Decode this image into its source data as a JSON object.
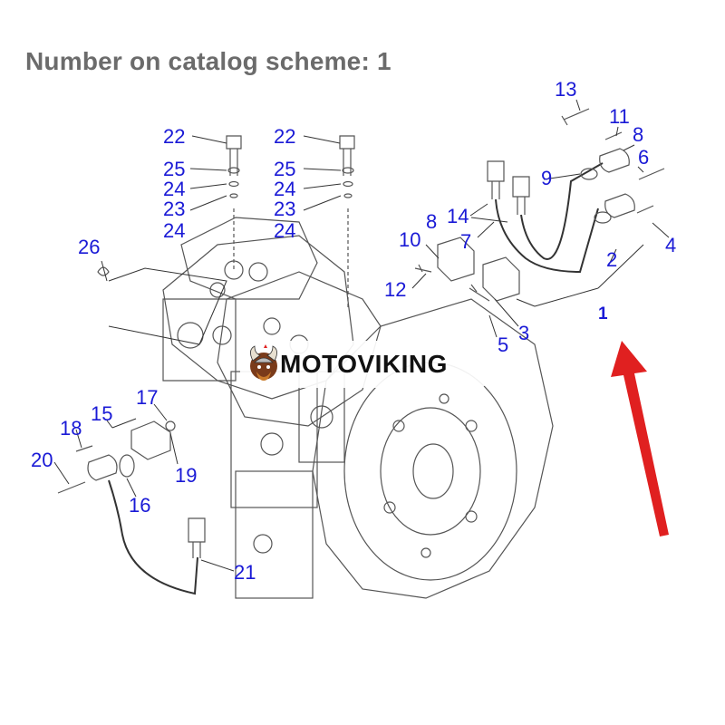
{
  "title": "Number on catalog scheme: 1",
  "brand": {
    "name": "MOTOVIKING",
    "logo_icon": "viking-logo-icon"
  },
  "labels": {
    "l1": "1",
    "l2": "2",
    "l3": "3",
    "l4": "4",
    "l5": "5",
    "l6": "6",
    "l7": "7",
    "l8a": "8",
    "l8b": "8",
    "l9": "9",
    "l10": "10",
    "l11": "11",
    "l12": "12",
    "l13": "13",
    "l14": "14",
    "l15": "15",
    "l16": "16",
    "l17": "17",
    "l18": "18",
    "l19": "19",
    "l20": "20",
    "l21": "21",
    "l22a": "22",
    "l22b": "22",
    "l23a": "23",
    "l23b": "23",
    "l24a": "24",
    "l24b": "24",
    "l24c": "24",
    "l24d": "24",
    "l25a": "25",
    "l25b": "25",
    "l26": "26"
  },
  "colors": {
    "label": "#1a1ad6",
    "title": "#6b6b6b",
    "arrow": "#e02020",
    "line": "#333333"
  }
}
